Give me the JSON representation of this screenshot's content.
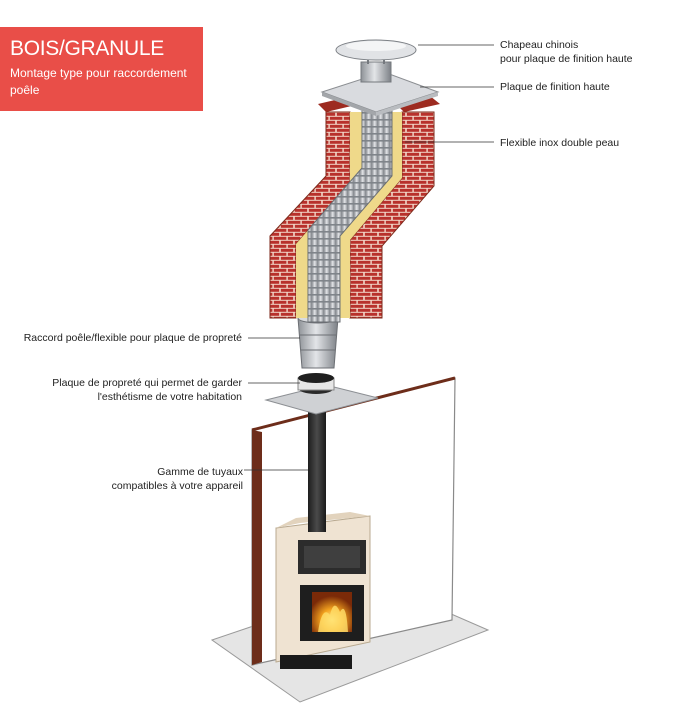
{
  "header": {
    "title": "BOIS/GRANULE",
    "subtitle": "Montage type pour raccordement poêle"
  },
  "callouts": {
    "chapeau_line1": "Chapeau chinois",
    "chapeau_line2": "pour plaque de finition haute",
    "plaque_haute": "Plaque de finition haute",
    "flexible": "Flexible inox double peau",
    "raccord": "Raccord poêle/flexible pour plaque de propreté",
    "plaque_proprete_line1": "Plaque de propreté qui permet de garder",
    "plaque_proprete_line2": "l'esthétisme de votre habitation",
    "gamme_line1": "Gamme de tuyaux",
    "gamme_line2": "compatibles à votre appareil"
  },
  "colors": {
    "banner": "#e94e48",
    "brick": "#b8312c",
    "mortar": "#f1d6c8",
    "insulation": "#efd98a",
    "steel": "#b9bcc0",
    "stove_body": "#efe3d2",
    "stove_dark": "#2c2c2c",
    "fire": "#f3a21e"
  }
}
